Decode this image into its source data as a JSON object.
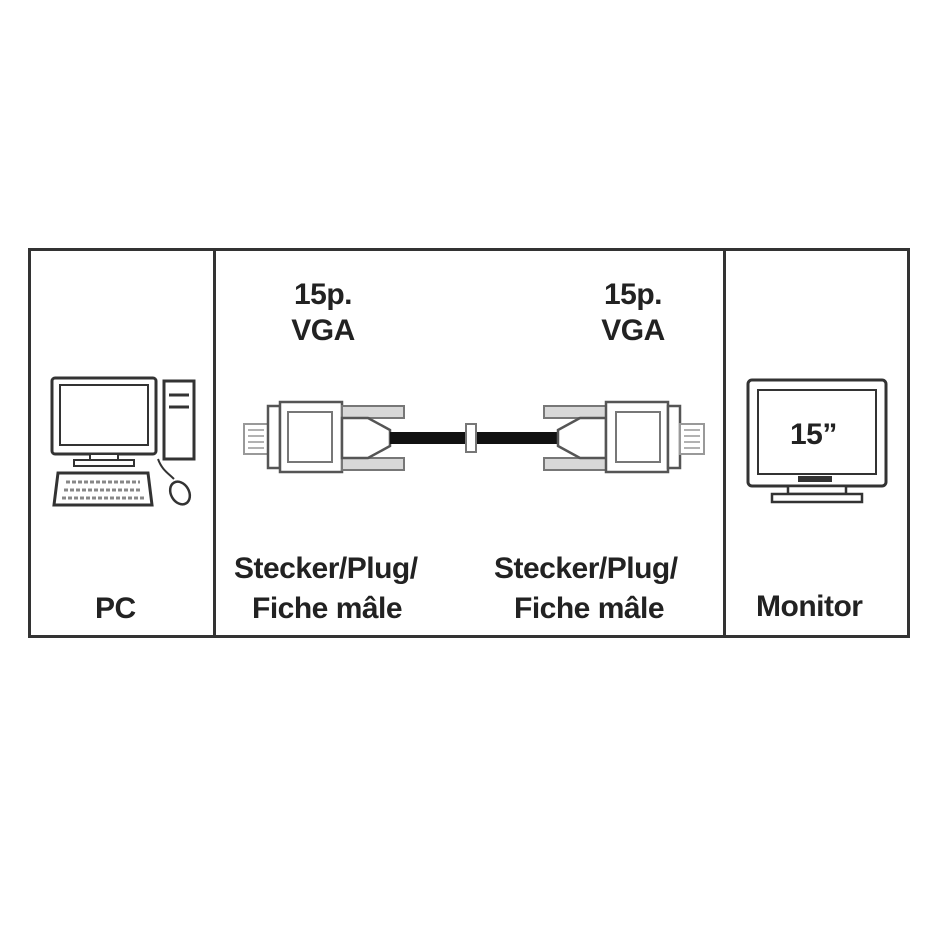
{
  "panels": {
    "left": {
      "label": "PC"
    },
    "middle": {
      "connector_left": {
        "pins": "15p.",
        "type": "VGA",
        "plug_line1": "Stecker/Plug/",
        "plug_line2": "Fiche mâle"
      },
      "connector_right": {
        "pins": "15p.",
        "type": "VGA",
        "plug_line1": "Stecker/Plug/",
        "plug_line2": "Fiche mâle"
      }
    },
    "right": {
      "label": "Monitor",
      "screen_size": "15”"
    }
  },
  "icons": {
    "pc": "desktop-computer-icon",
    "cable": "vga-cable-icon",
    "monitor": "monitor-icon"
  },
  "colors": {
    "line": "#333333",
    "fill": "#ffffff",
    "cable": "#111111",
    "shade": "#cfcfcf"
  }
}
